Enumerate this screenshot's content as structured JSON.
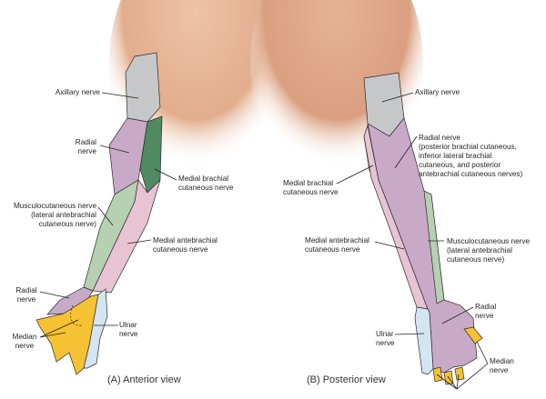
{
  "colors": {
    "skin": "#e9b899",
    "axillary": "#c6c7c9",
    "radial": "#c8aac8",
    "medial_brachial": "#4f8a60",
    "musculocutaneous": "#b6d0b2",
    "medial_antebrachial": "#e8c3d3",
    "median": "#f4c232",
    "ulnar": "#d3e5f0"
  },
  "anterior": {
    "caption": "(A) Anterior view",
    "labels": {
      "axillary": [
        "Axillary nerve"
      ],
      "radial_arm": [
        "Radial",
        "nerve"
      ],
      "medial_brachial": [
        "Medial brachial",
        "cutaneous nerve"
      ],
      "musculocutaneous": [
        "Musculocutaneous nerve",
        "(lateral antebrachial",
        "cutaneous nerve)"
      ],
      "medial_antebrachial": [
        "Medial antebrachial",
        "cutaneous nerve"
      ],
      "radial_hand": [
        "Radial",
        "nerve"
      ],
      "median": [
        "Median",
        "nerve"
      ],
      "ulnar": [
        "Ulnar",
        "nerve"
      ]
    }
  },
  "posterior": {
    "caption": "(B) Posterior view",
    "labels": {
      "axillary": [
        "Axillary nerve"
      ],
      "radial_arm": [
        "Radial nerve",
        "(posterior brachial cutaneous,",
        "inferior lateral brachial",
        "cutaneous, and posterior",
        "antebrachial cutaneous nerves)"
      ],
      "medial_brachial": [
        "Medial brachial",
        "cutaneous nerve"
      ],
      "medial_antebrachial": [
        "Medial antebrachial",
        "cutaneous nerve"
      ],
      "musculocutaneous": [
        "Musculocutaneous nerve",
        "(lateral antebrachial",
        "cutaneous nerve)"
      ],
      "radial_hand": [
        "Radial",
        "nerve"
      ],
      "ulnar": [
        "Ulnar",
        "nerve"
      ],
      "median": [
        "Median",
        "nerve"
      ]
    }
  }
}
